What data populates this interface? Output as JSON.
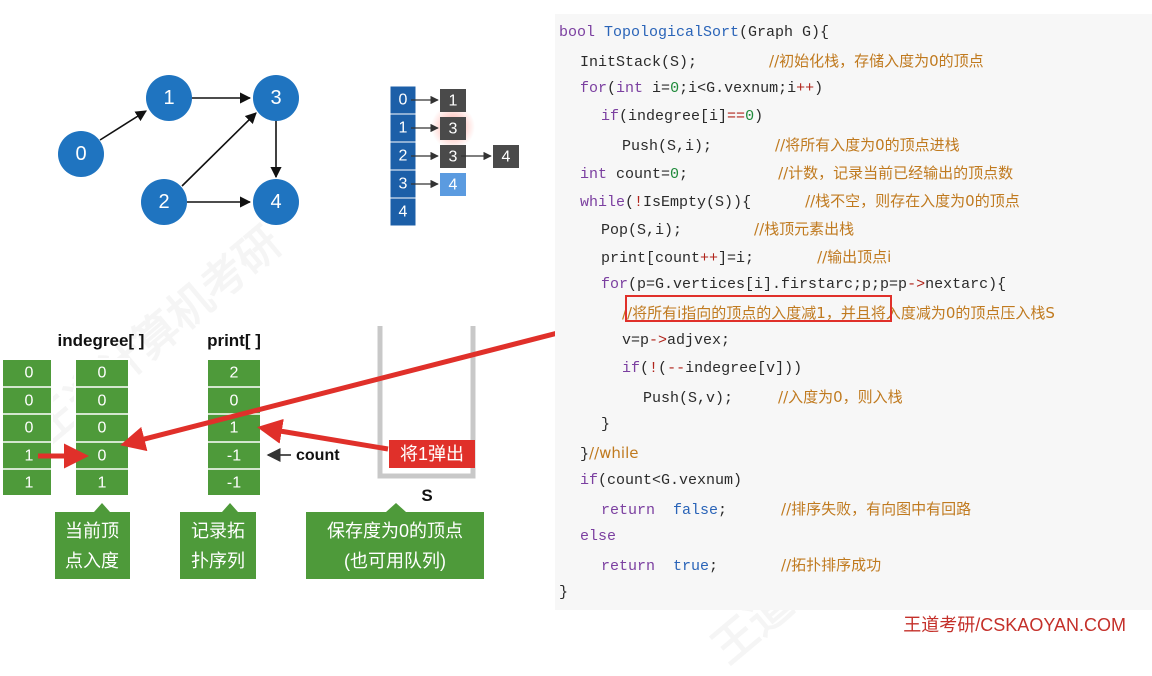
{
  "graph": {
    "nodes": [
      "0",
      "1",
      "2",
      "3",
      "4"
    ]
  },
  "adjacency": {
    "indices": [
      "0",
      "1",
      "2",
      "3",
      "4"
    ],
    "lists": [
      [
        "1"
      ],
      [
        "3"
      ],
      [
        "3",
        "4"
      ],
      [
        "4"
      ],
      []
    ]
  },
  "headers": {
    "indegree": "indegree[ ]",
    "print": "print[ ]",
    "stack": "S"
  },
  "left_column": [
    "0",
    "0",
    "0",
    "1",
    "1"
  ],
  "indegree_column": [
    "0",
    "0",
    "0",
    "0",
    "1"
  ],
  "print_column": [
    "2",
    "0",
    "1",
    "-1",
    "-1"
  ],
  "count_label": "count",
  "pop_label": "将1弹出",
  "captions": {
    "current": [
      "当前顶",
      "点入度"
    ],
    "record": [
      "记录拓",
      "扑序列"
    ],
    "save": [
      "保存度为0的顶点",
      "(也可用队列)"
    ]
  },
  "code": [
    {
      "indent": 0,
      "parts": [
        [
          "kw",
          "bool "
        ],
        [
          "fn",
          "TopologicalSort"
        ],
        [
          "",
          "(Graph G){"
        ]
      ]
    },
    {
      "indent": 1,
      "parts": [
        [
          "",
          "InitStack(S);        "
        ],
        [
          "cm",
          "//初始化栈，存储入度为0的顶点"
        ]
      ]
    },
    {
      "indent": 1,
      "parts": [
        [
          "kw",
          "for"
        ],
        [
          "",
          "("
        ],
        [
          "kw",
          "int"
        ],
        [
          "",
          " i="
        ],
        [
          "num",
          "0"
        ],
        [
          "",
          ";i<G.vexnum;i"
        ],
        [
          "op",
          "++"
        ],
        [
          "",
          ")"
        ]
      ]
    },
    {
      "indent": 2,
      "parts": [
        [
          "kw",
          "if"
        ],
        [
          "",
          "(indegree[i]"
        ],
        [
          "op",
          "=="
        ],
        [
          "num",
          "0"
        ],
        [
          "",
          ")"
        ]
      ]
    },
    {
      "indent": 3,
      "parts": [
        [
          "",
          "Push(S,i);       "
        ],
        [
          "cm",
          "//将所有入度为0的顶点进栈"
        ]
      ]
    },
    {
      "indent": 1,
      "parts": [
        [
          "kw",
          "int"
        ],
        [
          "",
          " count="
        ],
        [
          "num",
          "0"
        ],
        [
          "",
          ";          "
        ],
        [
          "cm",
          "//计数，记录当前已经输出的顶点数"
        ]
      ]
    },
    {
      "indent": 1,
      "parts": [
        [
          "kw",
          "while"
        ],
        [
          "",
          "("
        ],
        [
          "op",
          "!"
        ],
        [
          "",
          "IsEmpty(S)){      "
        ],
        [
          "cm",
          "//栈不空，则存在入度为0的顶点"
        ]
      ]
    },
    {
      "indent": 2,
      "parts": [
        [
          "",
          "Pop(S,i);        "
        ],
        [
          "cm",
          "//栈顶元素出栈"
        ]
      ]
    },
    {
      "indent": 2,
      "parts": [
        [
          "",
          "print[count"
        ],
        [
          "op",
          "++"
        ],
        [
          "",
          "]=i;       "
        ],
        [
          "cm",
          "//输出顶点i"
        ]
      ]
    },
    {
      "indent": 2,
      "parts": [
        [
          "kw",
          "for"
        ],
        [
          "",
          "(p=G.vertices[i].firstarc;p;p=p"
        ],
        [
          "op",
          "->"
        ],
        [
          "",
          "nextarc){"
        ]
      ]
    },
    {
      "indent": 3,
      "parts": [
        [
          "cm",
          "//将所有i指向的顶点的入度减1，并且将入度减为0的顶点压入栈S"
        ]
      ]
    },
    {
      "indent": 3,
      "parts": [
        [
          "",
          "v=p"
        ],
        [
          "op",
          "->"
        ],
        [
          "",
          "adjvex;"
        ]
      ]
    },
    {
      "indent": 3,
      "parts": [
        [
          "kw",
          "if"
        ],
        [
          "",
          "("
        ],
        [
          "op",
          "!"
        ],
        [
          "",
          "("
        ],
        [
          "op",
          "--"
        ],
        [
          "",
          "indegree[v]))"
        ]
      ]
    },
    {
      "indent": 4,
      "parts": [
        [
          "",
          "Push(S,v);     "
        ],
        [
          "cm",
          "//入度为0，则入栈"
        ]
      ]
    },
    {
      "indent": 2,
      "parts": [
        [
          "",
          "}"
        ]
      ]
    },
    {
      "indent": 1,
      "parts": [
        [
          "",
          "}"
        ],
        [
          "cm",
          "//while"
        ]
      ]
    },
    {
      "indent": 1,
      "parts": [
        [
          "kw",
          "if"
        ],
        [
          "",
          "(count<G.vexnum)"
        ]
      ]
    },
    {
      "indent": 2,
      "parts": [
        [
          "kw",
          "return  "
        ],
        [
          "fn",
          "false"
        ],
        [
          "",
          ";      "
        ],
        [
          "cm",
          "//排序失败，有向图中有回路"
        ]
      ]
    },
    {
      "indent": 1,
      "parts": [
        [
          "kw",
          "else"
        ]
      ]
    },
    {
      "indent": 2,
      "parts": [
        [
          "kw",
          "return  "
        ],
        [
          "fn",
          "true"
        ],
        [
          "",
          ";       "
        ],
        [
          "cm",
          "//拓扑排序成功"
        ]
      ]
    },
    {
      "indent": 0,
      "parts": [
        [
          "",
          "}"
        ]
      ]
    }
  ],
  "footer": "王道考研/CSKAOYAN.COM",
  "colors": {
    "node_blue": "#1f74c0",
    "adj_blue": "#1c5fa8",
    "adj_gray": "#4a4a4a",
    "green": "#4e9a3a",
    "arrow_red": "#e0302a",
    "callout_red": "#e0302a"
  }
}
